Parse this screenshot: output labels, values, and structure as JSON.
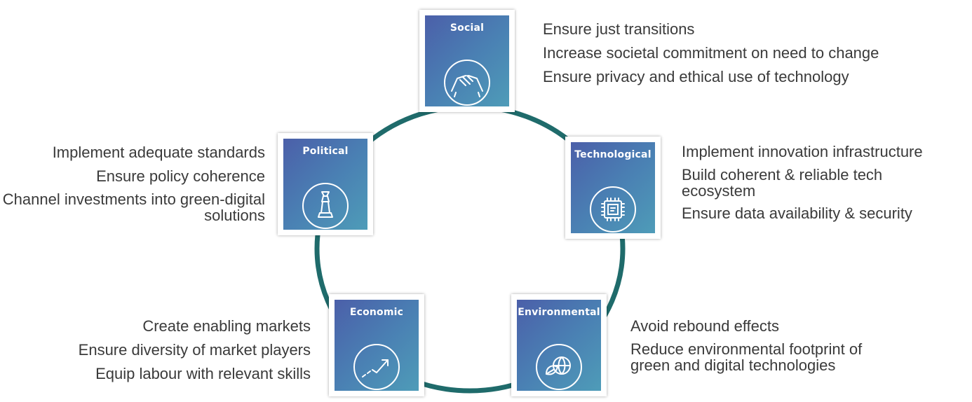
{
  "pillars": {
    "social": {
      "label": "Social",
      "icon": "handshake-icon",
      "items": [
        "Ensure just transitions",
        "Increase societal commitment on need to change",
        "Ensure privacy and ethical use of technology"
      ]
    },
    "technological": {
      "label": "Technological",
      "icon": "chip-icon",
      "items": [
        "Implement innovation infrastructure",
        "Build coherent & reliable tech ecosystem",
        "Ensure data availability & security"
      ]
    },
    "environmental": {
      "label": "Environmental",
      "icon": "leaf-globe-icon",
      "items": [
        "Avoid rebound effects",
        "Reduce environmental footprint of green and digital technologies"
      ]
    },
    "economic": {
      "label": "Economic",
      "icon": "trend-arrow-icon",
      "items": [
        "Create enabling markets",
        "Ensure diversity of market players",
        "Equip labour with relevant skills"
      ]
    },
    "political": {
      "label": "Political",
      "icon": "chess-piece-icon",
      "items": [
        "Implement adequate standards",
        "Ensure policy coherence",
        "Channel investments into green-digital solutions"
      ]
    }
  },
  "colors": {
    "ring": "#1f6b6b",
    "card_gradient_start": "#4b5fa9",
    "card_gradient_end": "#4e9cb8",
    "text": "#3a3a3a"
  }
}
